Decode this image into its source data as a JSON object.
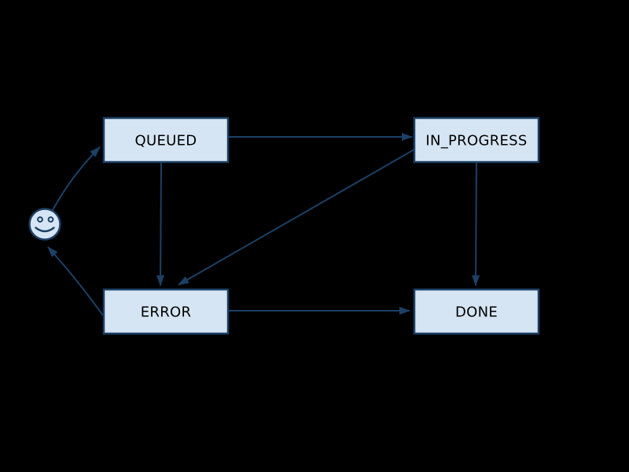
{
  "diagram": {
    "type": "state-machine",
    "background_color": "#000000",
    "node_fill_color": "#d6e5f3",
    "line_color": "#1c4066",
    "node_text_color": "#000000",
    "initial_state_icon": "smiley-face-icon",
    "nodes": [
      {
        "id": "queued",
        "label": "QUEUED"
      },
      {
        "id": "in_progress",
        "label": "IN_PROGRESS"
      },
      {
        "id": "error",
        "label": "ERROR"
      },
      {
        "id": "done",
        "label": "DONE"
      }
    ],
    "edges": [
      {
        "from": "initial",
        "to": "queued"
      },
      {
        "from": "queued",
        "to": "in_progress"
      },
      {
        "from": "queued",
        "to": "error"
      },
      {
        "from": "in_progress",
        "to": "error"
      },
      {
        "from": "in_progress",
        "to": "done"
      },
      {
        "from": "error",
        "to": "done"
      },
      {
        "from": "error",
        "to": "initial"
      }
    ]
  }
}
